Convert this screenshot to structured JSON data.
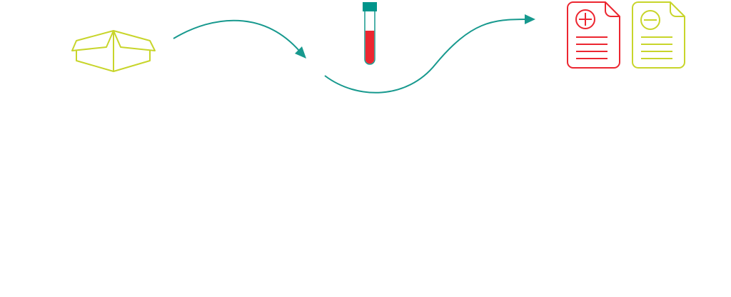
{
  "diagram": {
    "steps": [
      {
        "id": "kit",
        "icon": "open-box-icon"
      },
      {
        "id": "sample",
        "icon": "blood-test-tube-icon"
      },
      {
        "id": "results",
        "icons": [
          "positive-result-document-icon",
          "negative-result-document-icon"
        ]
      }
    ],
    "connectors": [
      "curved-arrow-icon",
      "wave-arrow-icon"
    ]
  },
  "colors": {
    "lime": "#c8d52b",
    "teal": "#17998e",
    "tube_cap": "#00958b",
    "red": "#ec2630",
    "background": "#ffffff"
  }
}
